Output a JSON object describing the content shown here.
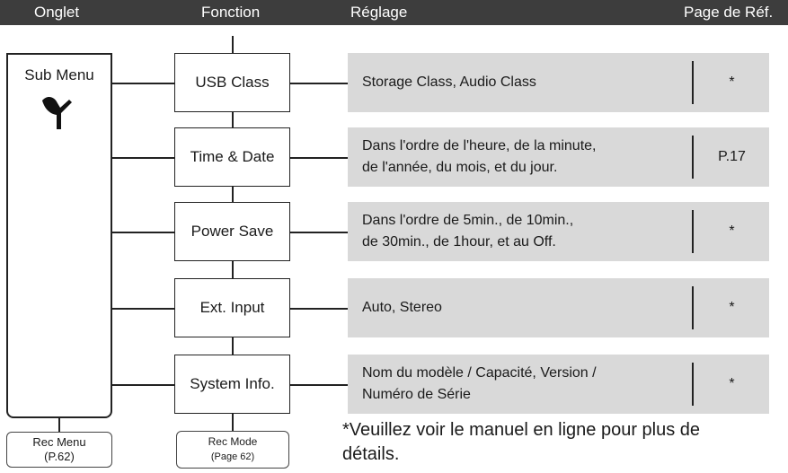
{
  "header": {
    "col_tab": "Onglet",
    "col_function": "Fonction",
    "col_setting": "Réglage",
    "col_ref": "Page de Réf."
  },
  "submenu": {
    "label": "Sub Menu",
    "icon": "wrench-icon"
  },
  "rows": [
    {
      "function": "USB Class",
      "setting": "Storage Class, Audio Class",
      "ref": "*"
    },
    {
      "function": "Time & Date",
      "setting": "Dans l'ordre de l'heure, de la minute,\nde l'année, du mois, et du jour.",
      "ref": "P.17"
    },
    {
      "function": "Power Save",
      "setting": "Dans l'ordre de 5min., de 10min.,\nde 30min., de 1hour, et au Off.",
      "ref": "*"
    },
    {
      "function": "Ext. Input",
      "setting": "Auto, Stereo",
      "ref": "*"
    },
    {
      "function": "System Info.",
      "setting": "Nom du modèle / Capacité, Version /\nNuméro de Série",
      "ref": "*"
    }
  ],
  "nav": {
    "rec_menu": {
      "label": "Rec Menu",
      "page": "(P.62)"
    },
    "rec_mode": {
      "label": "Rec Mode",
      "page": "(Page 62)"
    }
  },
  "footnote": "*Veuillez voir le manuel en ligne pour plus de\n détails."
}
